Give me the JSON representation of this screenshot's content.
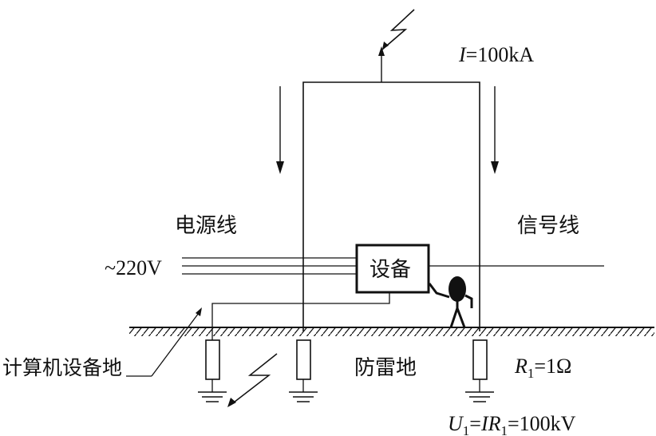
{
  "labels": {
    "current": {
      "var": "I",
      "rest": "=100kA"
    },
    "power_line": "电源线",
    "signal_line": "信号线",
    "voltage": "~220V",
    "equipment": "设备",
    "computer_ground": "计算机设备地",
    "lightning_ground": "防雷地",
    "resistance": {
      "var": "R",
      "sub": "1",
      "rest": "=1Ω"
    },
    "voltage_rise": {
      "v1": "U",
      "s1": "1",
      "eq1": "=",
      "v2": "IR",
      "s2": "1",
      "rest": "=100kV"
    }
  }
}
